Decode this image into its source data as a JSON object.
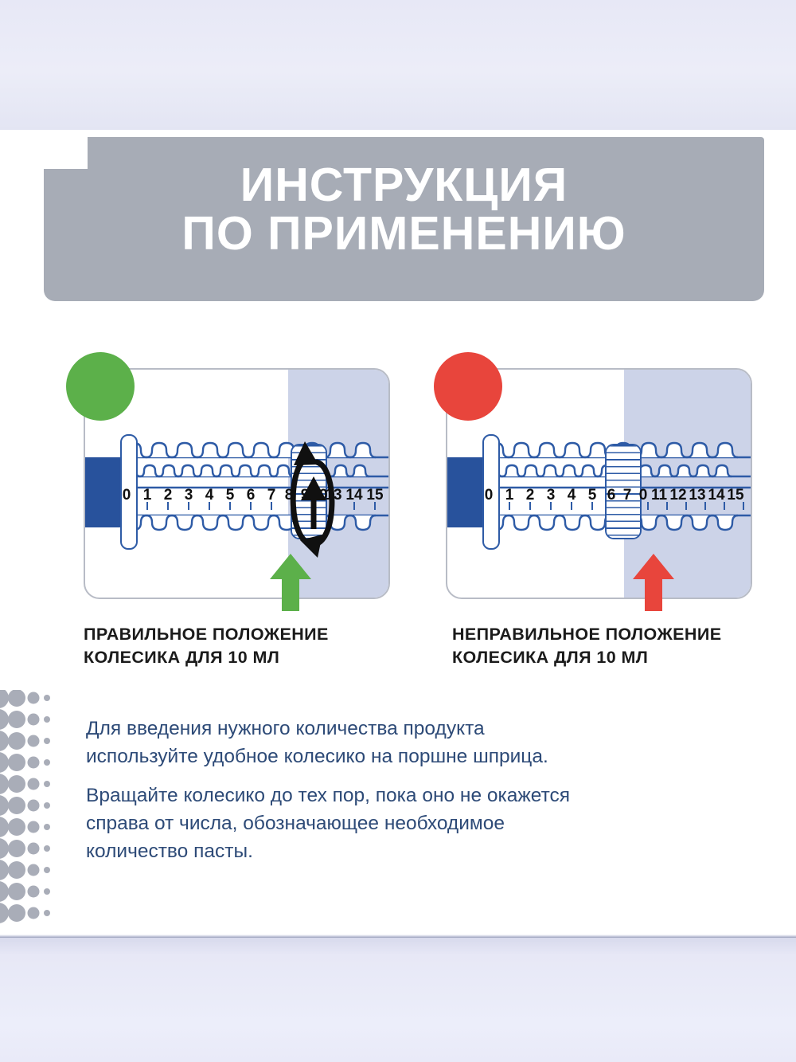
{
  "header": {
    "title": "ИНСТРУКЦИЯ\nПО ПРИМЕНЕНИЮ",
    "background_color": "#a7acb6",
    "text_color": "#ffffff"
  },
  "diagrams": [
    {
      "id": "correct",
      "status_dot_color": "#5cb04a",
      "status": "correct",
      "arrow_color": "#5cb04a",
      "arrow_name": "green-up-arrow",
      "rotation_arrow": true,
      "wheel_position_label": "10",
      "scale_left": [
        "0",
        "1",
        "2",
        "3",
        "4",
        "5",
        "6",
        "7",
        "8",
        "9",
        "10"
      ],
      "scale_right": [
        "13",
        "14",
        "15"
      ],
      "caption": "ПРАВИЛЬНОЕ ПОЛОЖЕНИЕ\nКОЛЕСИКА ДЛЯ 10 МЛ"
    },
    {
      "id": "incorrect",
      "status_dot_color": "#e8453c",
      "status": "incorrect",
      "arrow_color": "#e8453c",
      "arrow_name": "red-up-arrow",
      "rotation_arrow": false,
      "wheel_position_label": "10",
      "scale_left": [
        "0",
        "1",
        "2",
        "3",
        "4",
        "5",
        "6",
        "7"
      ],
      "scale_right": [
        "0",
        "11",
        "12",
        "13",
        "14",
        "15"
      ],
      "caption": "НЕПРАВИЛЬНОЕ ПОЛОЖЕНИЕ\nКОЛЕСИКА ДЛЯ 10 МЛ"
    }
  ],
  "body": {
    "paragraph_1": "Для введения нужного количества продукта\nиспользуйте удобное колесико на поршне шприца.",
    "paragraph_2": "Вращайте колесико до тех пор, пока оно не окажется\nсправа от числа, обозначающее необходимое\nколичество пасты.",
    "text_color": "#2d4a77"
  },
  "colors": {
    "page_background": "#ffffff",
    "ambient_background": "#e9eaf7",
    "syringe_outline": "#2e5ba6",
    "plunger_blue": "#28529c",
    "card_border": "#b8bcc6",
    "card_shade": "#ccd3e8",
    "green": "#5cb04a",
    "red": "#e8453c",
    "dot_grid": "#a9adb8"
  }
}
